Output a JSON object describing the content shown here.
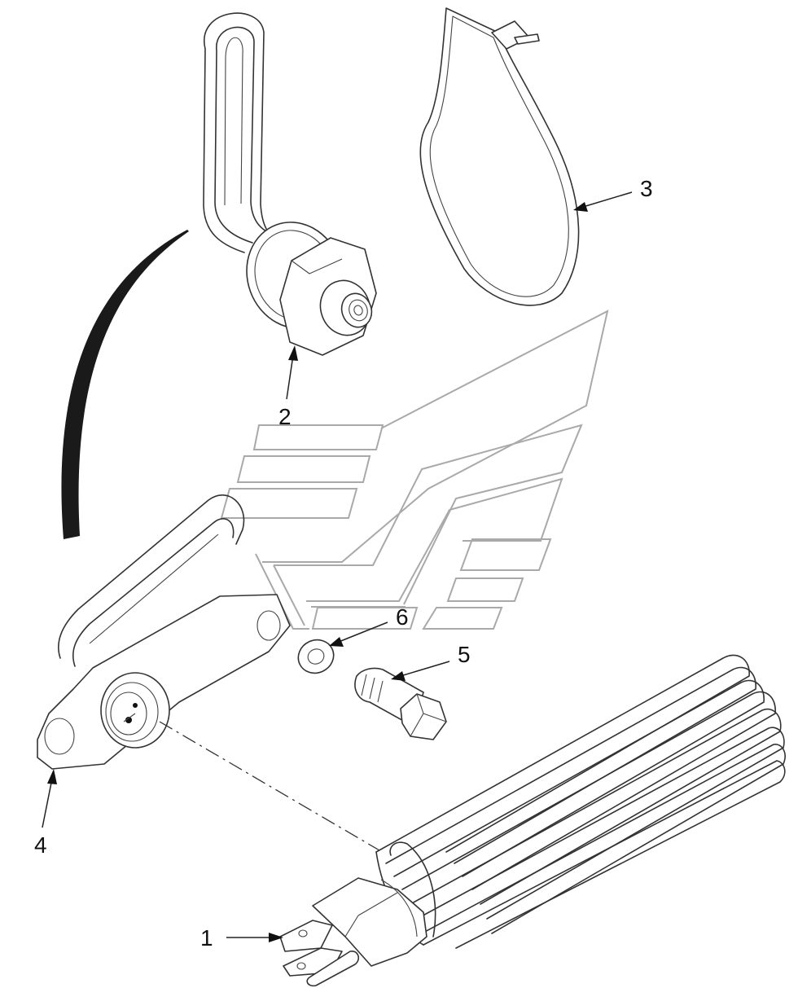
{
  "callouts": [
    {
      "id": "1",
      "label": "1"
    },
    {
      "id": "2",
      "label": "2"
    },
    {
      "id": "3",
      "label": "3"
    },
    {
      "id": "4",
      "label": "4"
    },
    {
      "id": "5",
      "label": "5"
    },
    {
      "id": "6",
      "label": "6"
    }
  ],
  "colors": {
    "line": "#333333",
    "watermark": "#a9a9a9",
    "background": "#ffffff",
    "arc": "#1a1a1a"
  }
}
